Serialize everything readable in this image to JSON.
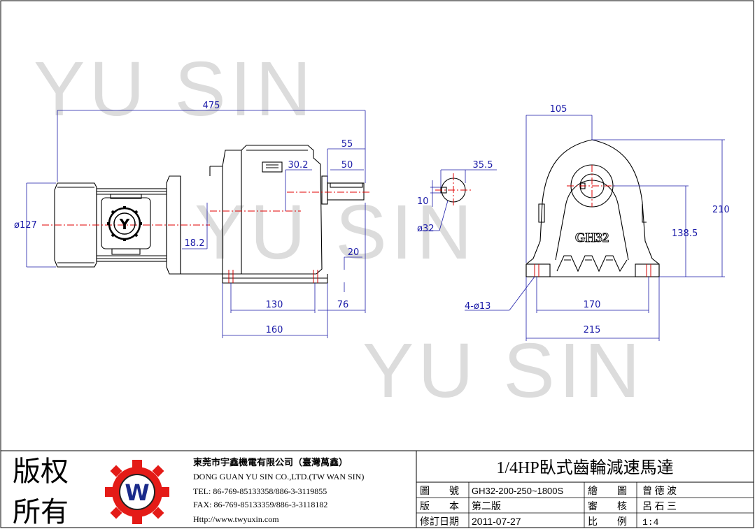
{
  "watermarks": [
    "YU SIN",
    "YU SIN",
    "YU SIN"
  ],
  "side_view": {
    "dims": {
      "overall_length": "475",
      "shaft_length": "55",
      "key_length": "50",
      "center_offset": "30.2",
      "housing_height_offset": "18.2",
      "motor_diameter": "ø127",
      "foot_height": "20",
      "bolt_spacing": "130",
      "shaft_overhang": "76",
      "base_length": "160"
    },
    "logo_letter": "Y"
  },
  "shaft_detail": {
    "dims": {
      "keyway_depth": "35.5",
      "key_width": "10",
      "shaft_diameter": "ø32"
    }
  },
  "front_view": {
    "model_label": "GH32",
    "dims": {
      "width_top": "105",
      "overall_height": "210",
      "shaft_height": "138.5",
      "bolt_holes": "4-ø13",
      "bolt_pitch": "170",
      "base_width": "215"
    }
  },
  "title_block": {
    "copyright": [
      "版权",
      "所有"
    ],
    "logo_letter": "W",
    "company_cn": "東莞市宇鑫機電有限公司（臺灣萬鑫）",
    "company_en": "DONG GUAN YU SIN CO.,LTD.(TW WAN SIN)",
    "tel": "TEL: 86-769-85133358/886-3-3119855",
    "fax": "FAX: 86-769-85133359/886-3-3118182",
    "url": "Http://www.twyuxin.com",
    "title": "1/4HP臥式齒輪減速馬達",
    "rows": [
      {
        "label": "圖　　號",
        "value": "GH32-200-250~1800S",
        "label2": "繪　　圖",
        "value2": "曾 德 波"
      },
      {
        "label": "版　　本",
        "value": "第二版",
        "label2": "審　　核",
        "value2": "呂 石 三"
      },
      {
        "label": "修訂日期",
        "value": "2011-07-27",
        "label2": "比　　例",
        "value2": "1:4"
      }
    ]
  }
}
